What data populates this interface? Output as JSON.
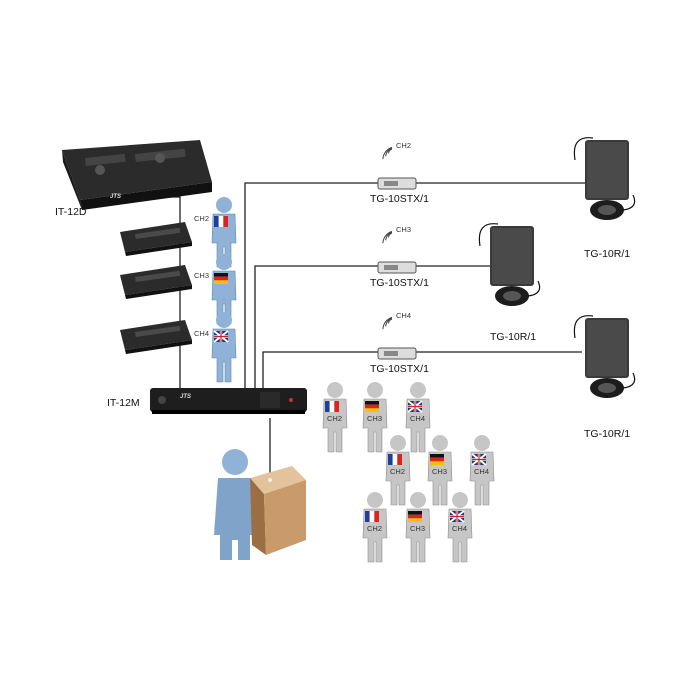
{
  "devices": {
    "interpreter_desk_main": "IT-12D",
    "main_unit": "IT-12M",
    "transmitters": [
      {
        "label": "TG-10STX/1",
        "channel": "CH2"
      },
      {
        "label": "TG-10STX/1",
        "channel": "CH3"
      },
      {
        "label": "TG-10STX/1",
        "channel": "CH4"
      }
    ],
    "receivers": [
      "TG-10R/1",
      "TG-10R/1",
      "TG-10R/1"
    ],
    "brand_mark": "JTS"
  },
  "interpreters": [
    {
      "channel": "CH2",
      "flag": "france"
    },
    {
      "channel": "CH3",
      "flag": "germany"
    },
    {
      "channel": "CH4",
      "flag": "uk"
    }
  ],
  "audience": [
    {
      "channel": "CH2",
      "flag": "france"
    },
    {
      "channel": "CH3",
      "flag": "germany"
    },
    {
      "channel": "CH4",
      "flag": "uk"
    },
    {
      "channel": "CH2",
      "flag": "france"
    },
    {
      "channel": "CH3",
      "flag": "germany"
    },
    {
      "channel": "CH4",
      "flag": "uk"
    },
    {
      "channel": "CH2",
      "flag": "france"
    },
    {
      "channel": "CH3",
      "flag": "germany"
    },
    {
      "channel": "CH4",
      "flag": "uk"
    }
  ],
  "colors": {
    "interpreter": "#8fb2d6",
    "audience": "#c4c4c4",
    "device": "#2e2e2e",
    "podium": "#c99a6a",
    "wire": "#222222"
  }
}
